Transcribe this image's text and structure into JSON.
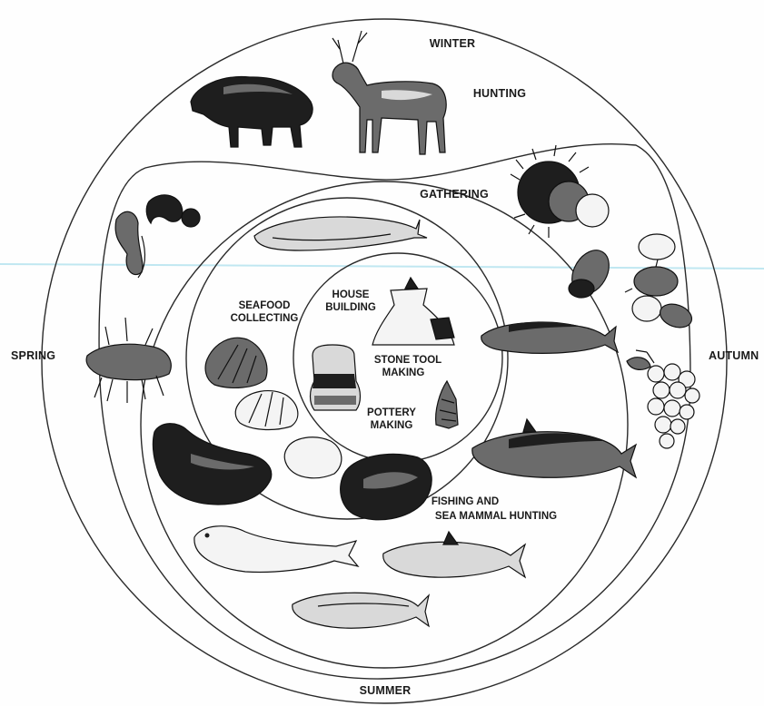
{
  "seasons": {
    "winter": "WINTER",
    "spring": "SPRING",
    "autumn": "AUTUMN",
    "summer": "SUMMER"
  },
  "activities": {
    "hunting": "HUNTING",
    "gathering": "GATHERING",
    "seafood_line1": "SEAFOOD",
    "seafood_line2": "COLLECTING",
    "house_line1": "HOUSE",
    "house_line2": "BUILDING",
    "stone_line1": "STONE TOOL",
    "stone_line2": "MAKING",
    "pottery_line1": "POTTERY",
    "pottery_line2": "MAKING",
    "fishing_line1": "FISHING AND",
    "fishing_line2": "SEA MAMMAL HUNTING"
  },
  "icons": [
    "boar-icon",
    "deer-icon",
    "chestnut-icon",
    "walnut-icon",
    "acorn-icon",
    "grapes-icon",
    "fern-icon",
    "root-icon",
    "whale-icon",
    "salmon-icon",
    "tuna-icon",
    "seal-icon",
    "sea-lion-icon",
    "fish-icon",
    "sardine-icon",
    "shell-icon",
    "clam-icon",
    "abalone-icon",
    "pit-house-icon",
    "stone-tool-icon",
    "pottery-jar-icon"
  ]
}
